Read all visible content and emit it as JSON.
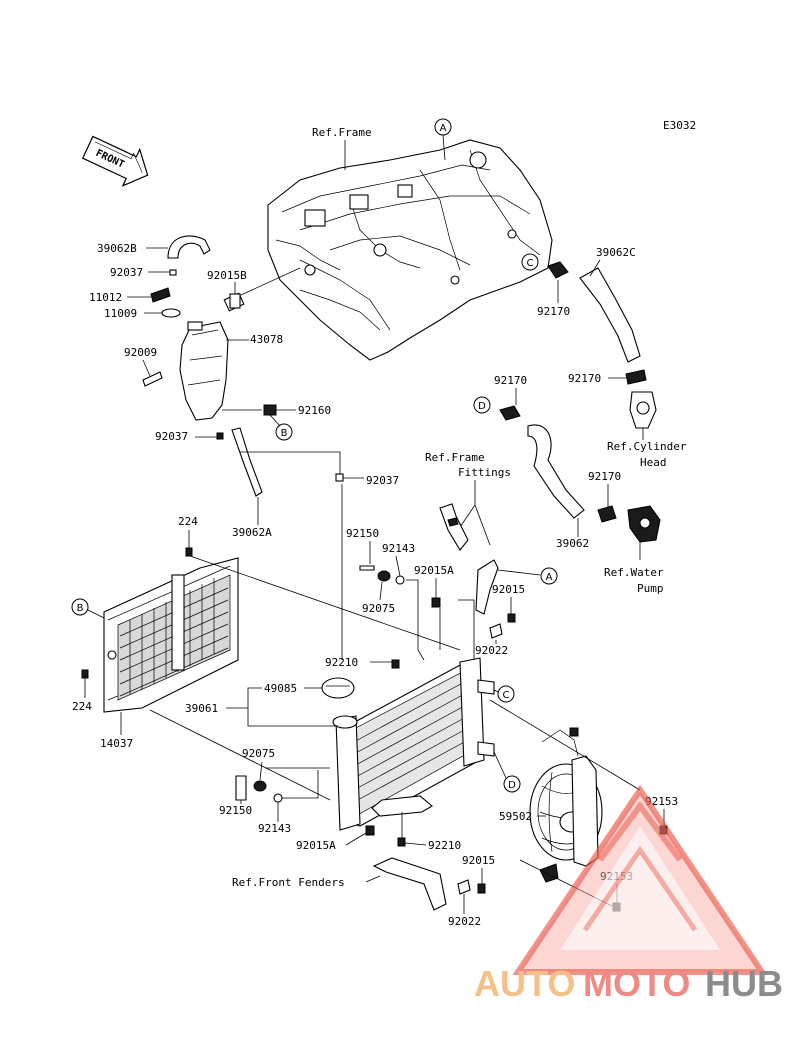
{
  "diagram_code": "E3032",
  "front_arrow_label": "FRONT",
  "refs": {
    "frame": "Ref.Frame",
    "frame_fittings_1": "Ref.Frame",
    "frame_fittings_2": "Fittings",
    "cylinder_head_1": "Ref.Cylinder",
    "cylinder_head_2": "Head",
    "water_pump_1": "Ref.Water",
    "water_pump_2": "Pump",
    "front_fenders": "Ref.Front Fenders"
  },
  "callouts": {
    "A": "A",
    "B": "B",
    "C": "C",
    "D": "D"
  },
  "parts": {
    "p39062B": "39062B",
    "p92037a": "92037",
    "p92015B": "92015B",
    "p11012": "11012",
    "p11009": "11009",
    "p43078": "43078",
    "p92009": "92009",
    "p92160": "92160",
    "p92037b": "92037",
    "p39062A": "39062A",
    "p92037c": "92037",
    "p39062C": "39062C",
    "p92170a": "92170",
    "p92170b": "92170",
    "p92170c": "92170",
    "p92170d": "92170",
    "p39062": "39062",
    "p224a": "224",
    "p224b": "224",
    "p14037": "14037",
    "p92150a": "92150",
    "p92143a": "92143",
    "p92015Aa": "92015A",
    "p92075a": "92075",
    "p92015": "92015",
    "p92022a": "92022",
    "p92210a": "92210",
    "p49085": "49085",
    "p39061": "39061",
    "p92075b": "92075",
    "p92150b": "92150",
    "p92143b": "92143",
    "p59502": "59502",
    "p92153a": "92153",
    "p92153b": "92153",
    "p92015Ab": "92015A",
    "p92210b": "92210",
    "p92015b": "92015",
    "p92022b": "92022"
  },
  "watermark": {
    "auto": "AUTO",
    "moto": "MOTO",
    "hub": "HUB"
  },
  "colors": {
    "watermark_triangle": "#e94b3c",
    "watermark_auto": "#f5c089",
    "watermark_moto": "#f08a84",
    "watermark_hub": "#8c8c8c"
  }
}
